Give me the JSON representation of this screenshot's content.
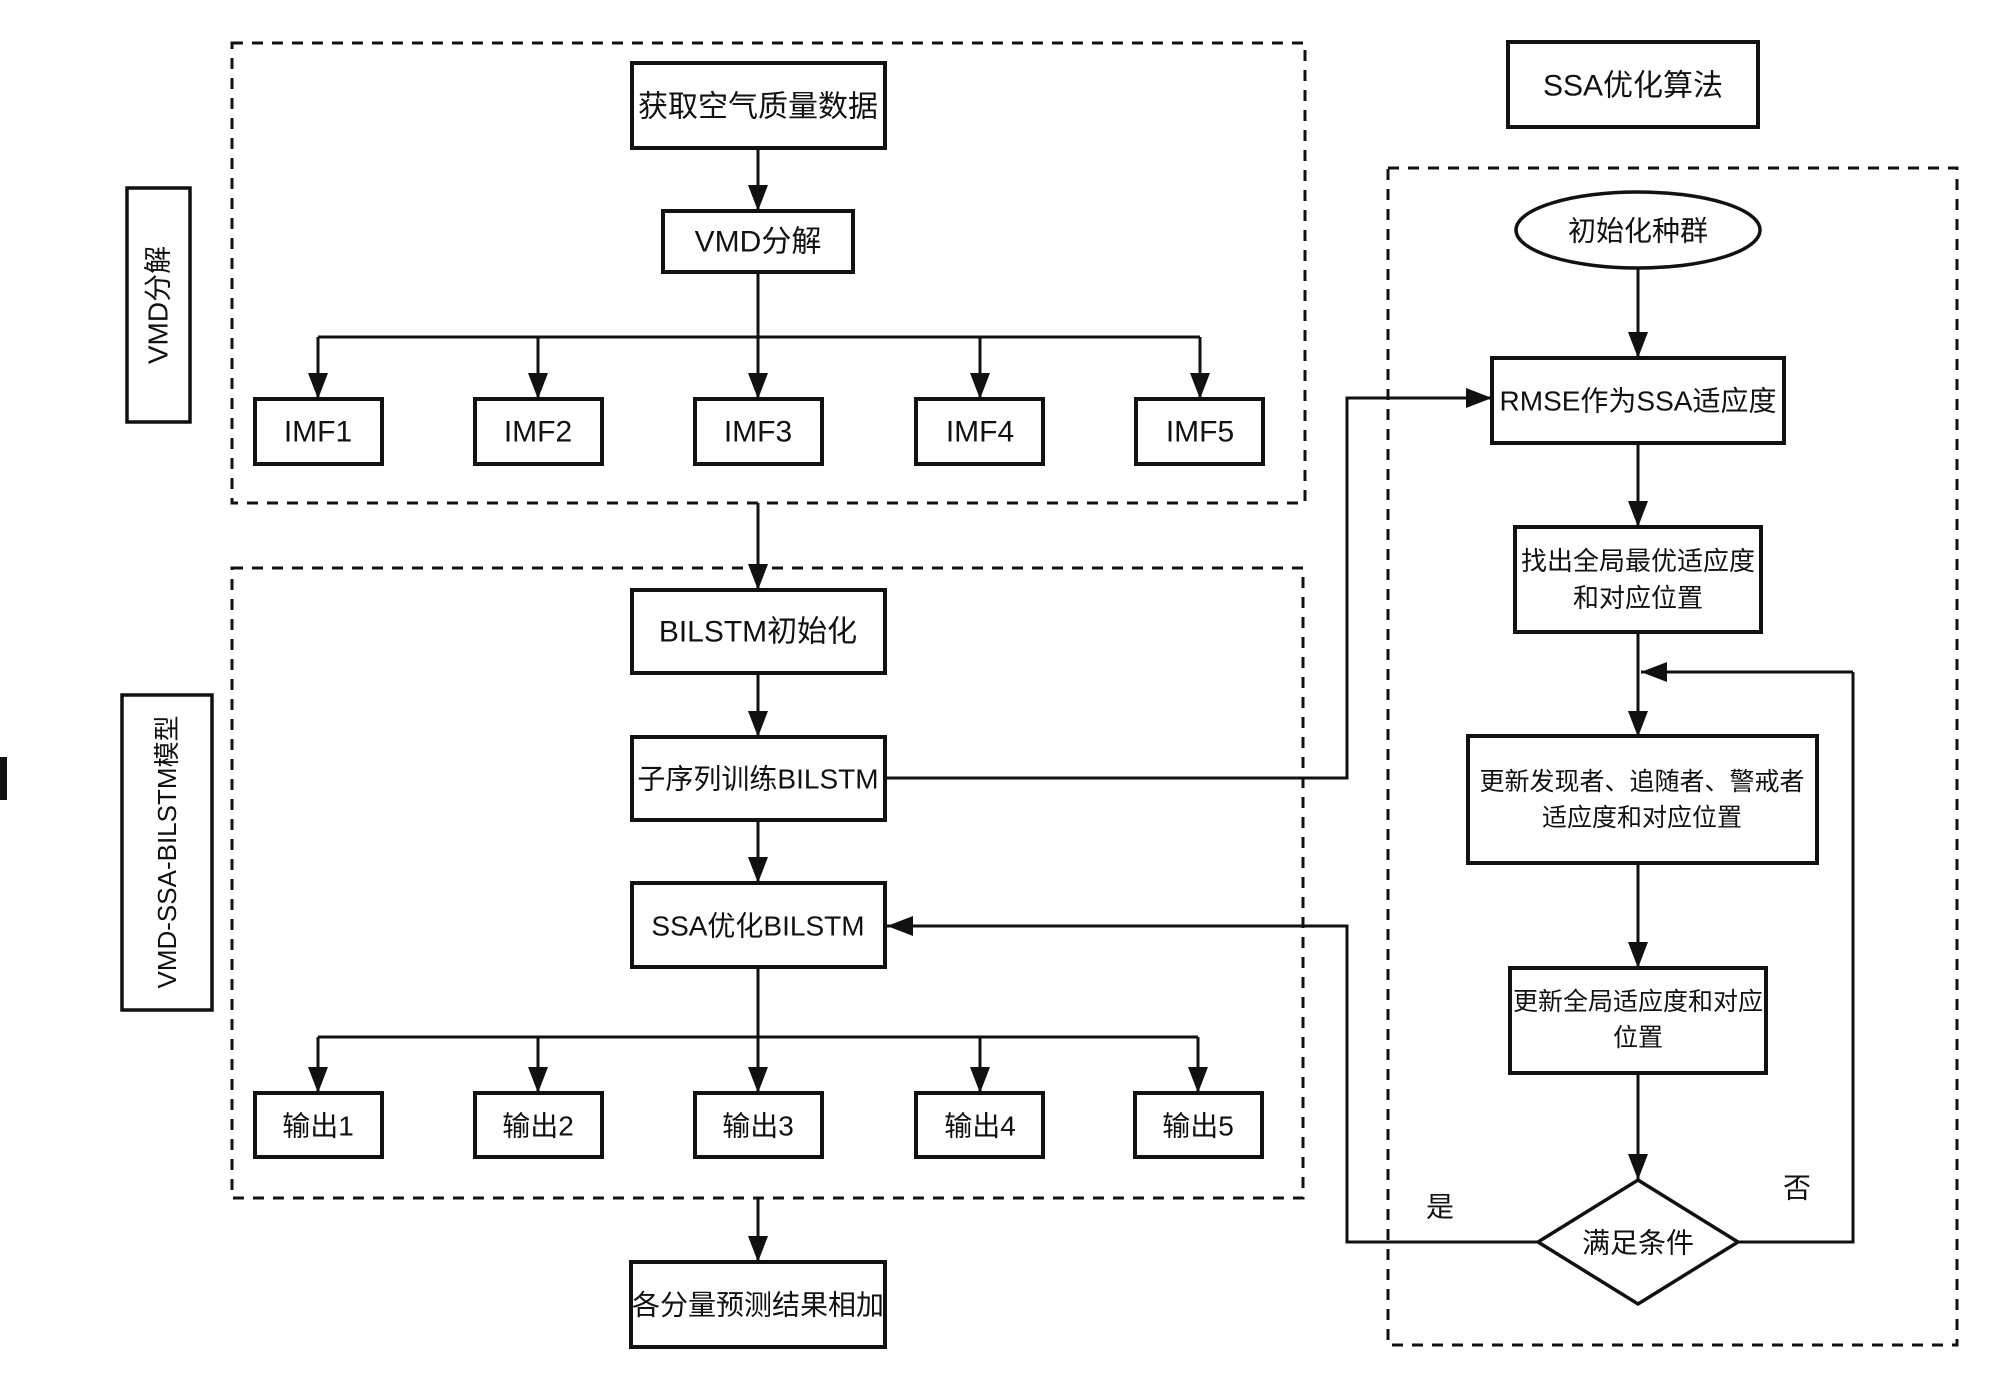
{
  "diagram": {
    "colors": {
      "line": "#111111",
      "background": "#ffffff"
    },
    "left_labels": {
      "vmd": "VMD分解",
      "model": "VMD-SSA-BILSTM模型"
    },
    "vmd_section": {
      "get_data": "获取空气质量数据",
      "vmd_decompose": "VMD分解",
      "imfs": [
        "IMF1",
        "IMF2",
        "IMF3",
        "IMF4",
        "IMF5"
      ]
    },
    "model_section": {
      "bilstm_init": "BILSTM初始化",
      "subseq_train": "子序列训练BILSTM",
      "ssa_optimize": "SSA优化BILSTM",
      "outputs": [
        "输出1",
        "输出2",
        "输出3",
        "输出4",
        "输出5"
      ],
      "sum_results": "各分量预测结果相加"
    },
    "ssa_section": {
      "title": "SSA优化算法",
      "init_population": "初始化种群",
      "rmse_fitness": "RMSE作为SSA适应度",
      "find_best_line1": "找出全局最优适应度",
      "find_best_line2": "和对应位置",
      "update_roles_line1": "更新发现者、追随者、警戒者",
      "update_roles_line2": "适应度和对应位置",
      "update_global_line1": "更新全局适应度和对应",
      "update_global_line2": "位置",
      "condition": "满足条件",
      "yes": "是",
      "no": "否"
    }
  }
}
